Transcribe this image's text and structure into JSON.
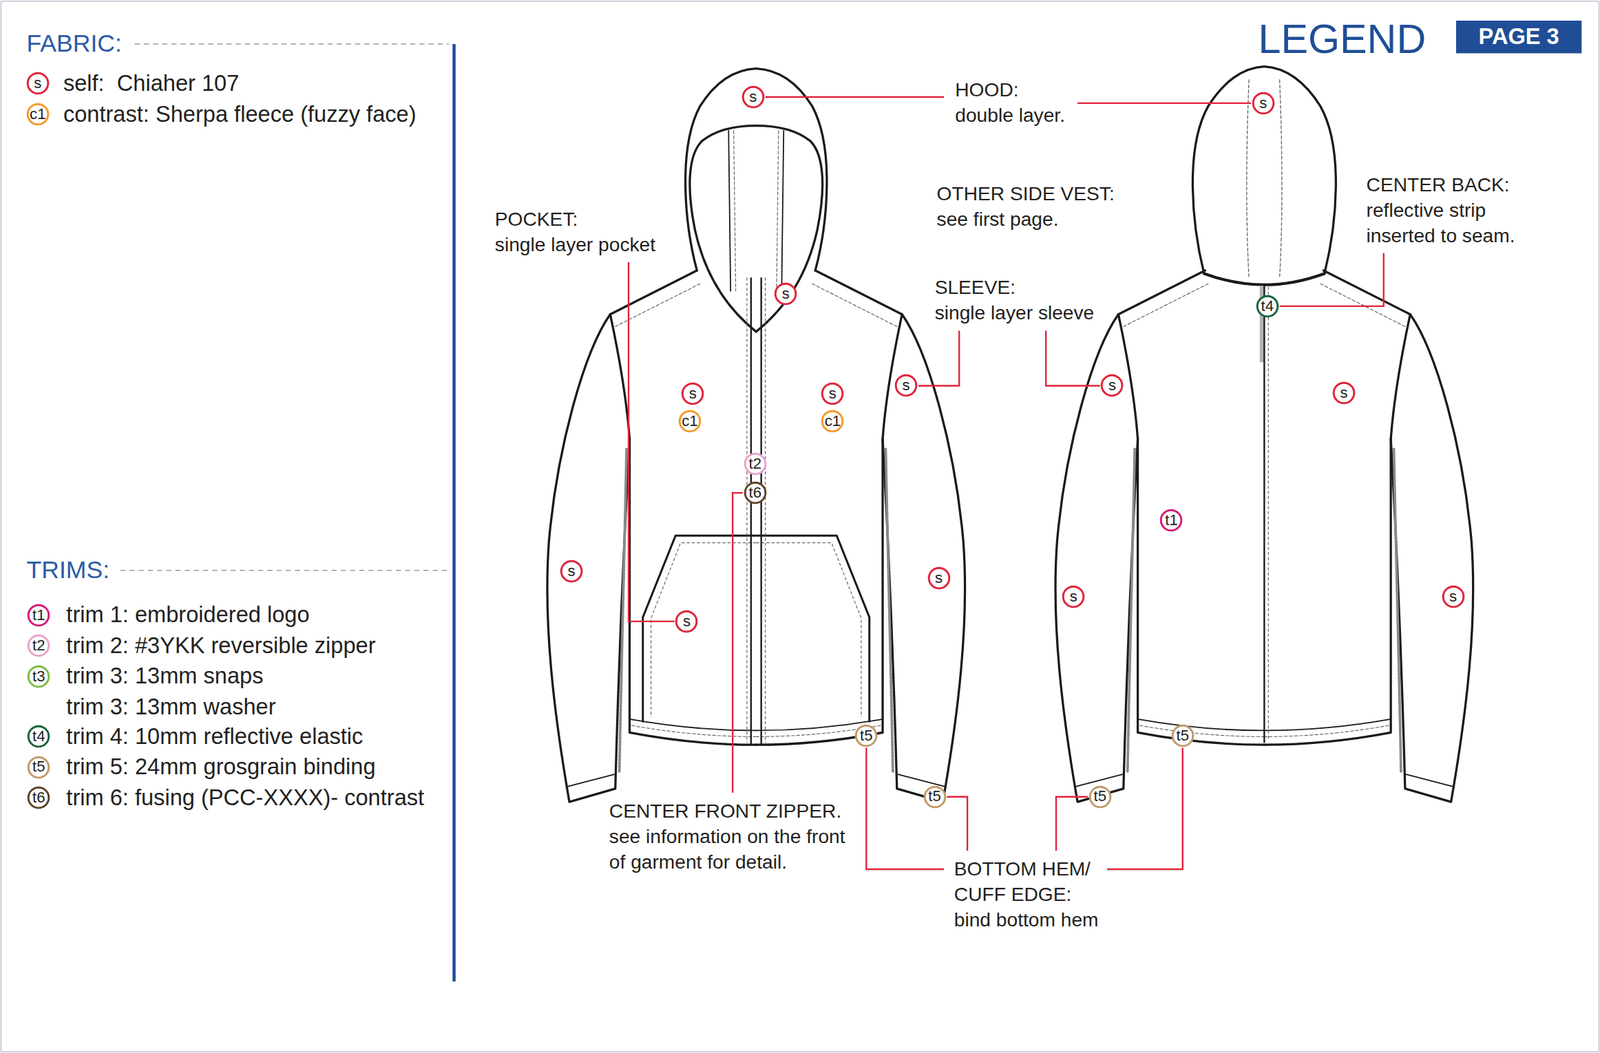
{
  "diagram": {
    "title": "LEGEND",
    "nodes": [
      {
        "text": [
          "s"
        ]
      },
      {
        "text": [
          "c1"
        ]
      },
      {
        "text": [
          "t1"
        ]
      },
      {
        "text": [
          "t2"
        ]
      },
      {
        "text": [
          "t3"
        ]
      },
      {
        "text": [
          "t4"
        ]
      },
      {
        "text": [
          "t5"
        ]
      },
      {
        "text": [
          "t6"
        ]
      },
      {
        "text": [
          "PAGE 3"
        ]
      },
      {
        "text": [
          "s"
        ]
      },
      {
        "text": [
          "s"
        ]
      },
      {
        "text": [
          "s"
        ]
      },
      {
        "text": [
          "t4"
        ]
      },
      {
        "text": [
          "s"
        ]
      },
      {
        "text": [
          "s"
        ]
      },
      {
        "text": [
          "s"
        ]
      },
      {
        "text": [
          "s"
        ]
      },
      {
        "text": [
          "s"
        ]
      },
      {
        "text": [
          "c1"
        ]
      },
      {
        "text": [
          "c1"
        ]
      },
      {
        "text": [
          "t2"
        ]
      },
      {
        "text": [
          "t6"
        ]
      },
      {
        "text": [
          "t1"
        ]
      },
      {
        "text": [
          "s"
        ]
      },
      {
        "text": [
          "s"
        ]
      },
      {
        "text": [
          "s"
        ]
      },
      {
        "text": [
          "s"
        ]
      },
      {
        "text": [
          "s"
        ]
      },
      {
        "text": [
          "t5"
        ]
      },
      {
        "text": [
          "t5"
        ]
      },
      {
        "text": [
          "t5"
        ]
      },
      {
        "text": [
          "t5"
        ]
      }
    ],
    "labels": [
      "FABRIC:",
      "TRIMS:",
      "HOOD:",
      "double layer.",
      "OTHER SIDE VEST:",
      "see first page.",
      "CENTER BACK:",
      "reflective strip inserted to seam.",
      "POCKET:",
      "single layer pocket",
      "SLEEVE:",
      "single layer sleeve",
      "CENTER FRONT ZIPPER.",
      "see information on the front of garment for detail.",
      "BOTTOM HEM/ CUFF EDGE:",
      "bind bottom hem"
    ],
    "legend": [
      {
        "text": "self:  Chiaher 107"
      },
      {
        "text": "contrast: Sherpa fleece (fuzzy face)"
      },
      {
        "text": "trim 1: embroidered logo"
      },
      {
        "text": "trim 2: #3YKK reversible zipper"
      },
      {
        "text": "trim 3: 13mm snaps"
      },
      {
        "text": "trim 3: 13mm washer"
      },
      {
        "text": "trim 4: 10mm reflective elastic"
      },
      {
        "text": "trim 5: 24mm grosgrain binding"
      },
      {
        "text": "trim 6: fusing (PCC-XXXX)- contrast"
      }
    ]
  }
}
